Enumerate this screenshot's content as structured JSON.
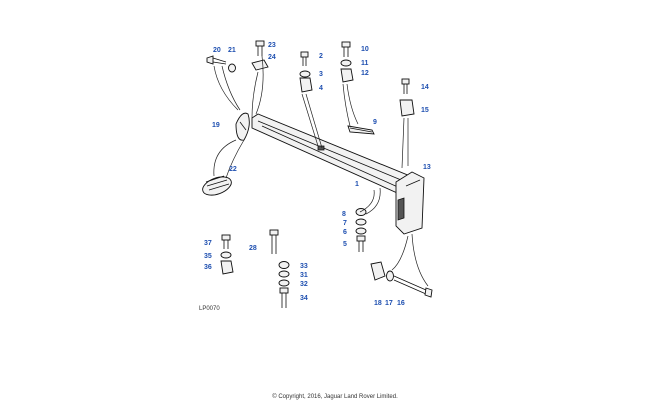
{
  "diagram": {
    "code": "LP0070",
    "copyright": "© Copyright, 2016, Jaguar Land Rover Limited.",
    "callouts": [
      {
        "id": "c20",
        "label": "20"
      },
      {
        "id": "c21",
        "label": "21"
      },
      {
        "id": "c23",
        "label": "23"
      },
      {
        "id": "c24",
        "label": "24"
      },
      {
        "id": "c2",
        "label": "2"
      },
      {
        "id": "c3",
        "label": "3"
      },
      {
        "id": "c4",
        "label": "4"
      },
      {
        "id": "c10",
        "label": "10"
      },
      {
        "id": "c11",
        "label": "11"
      },
      {
        "id": "c12",
        "label": "12"
      },
      {
        "id": "c14",
        "label": "14"
      },
      {
        "id": "c15",
        "label": "15"
      },
      {
        "id": "c9",
        "label": "9"
      },
      {
        "id": "c19",
        "label": "19"
      },
      {
        "id": "c22",
        "label": "22"
      },
      {
        "id": "c13",
        "label": "13"
      },
      {
        "id": "c1",
        "label": "1"
      },
      {
        "id": "c8",
        "label": "8"
      },
      {
        "id": "c7",
        "label": "7"
      },
      {
        "id": "c6",
        "label": "6"
      },
      {
        "id": "c5",
        "label": "5"
      },
      {
        "id": "c37",
        "label": "37"
      },
      {
        "id": "c35",
        "label": "35"
      },
      {
        "id": "c36",
        "label": "36"
      },
      {
        "id": "c28",
        "label": "28"
      },
      {
        "id": "c33",
        "label": "33"
      },
      {
        "id": "c31",
        "label": "31"
      },
      {
        "id": "c32",
        "label": "32"
      },
      {
        "id": "c34",
        "label": "34"
      },
      {
        "id": "c18",
        "label": "18"
      },
      {
        "id": "c17",
        "label": "17"
      },
      {
        "id": "c16",
        "label": "16"
      }
    ]
  }
}
